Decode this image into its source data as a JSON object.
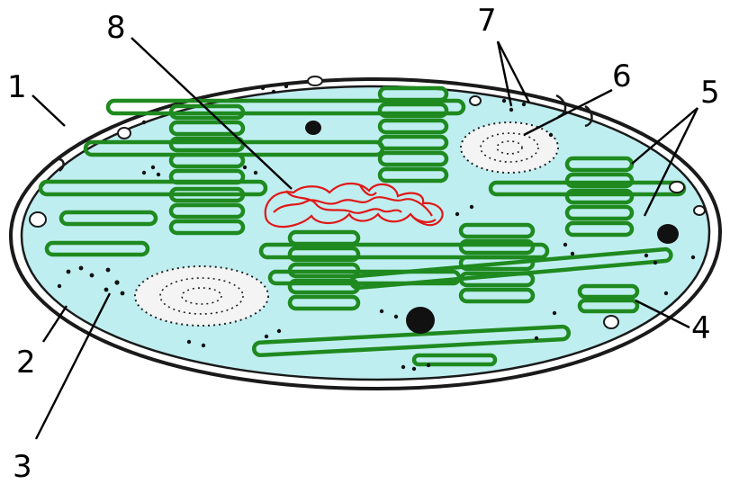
{
  "labels": {
    "n1": "1",
    "n2": "2",
    "n3": "3",
    "n4": "4",
    "n5": "5",
    "n6": "6",
    "n7": "7",
    "n8": "8"
  },
  "colors": {
    "stroma": "#bfeef0",
    "membrane": "#1a1a1a",
    "thylakoid": "#1f8a1f",
    "dna": "#e01818",
    "starch": "#f4f4f4"
  }
}
